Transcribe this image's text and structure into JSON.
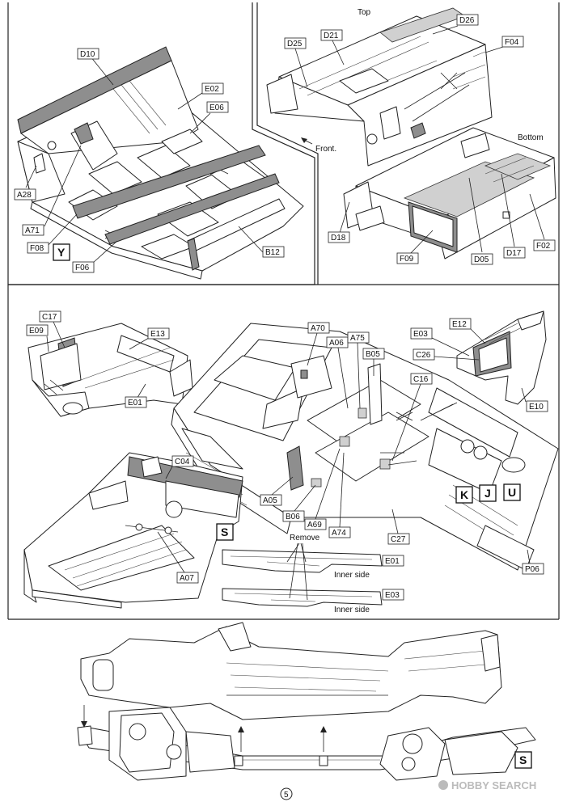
{
  "panel1": {
    "labels": [
      "D10",
      "E02",
      "E06",
      "A28",
      "A71",
      "F08",
      "F06",
      "B12"
    ],
    "callout": "Y"
  },
  "panel2": {
    "view_top": "Top",
    "view_bottom": "Bottom",
    "front": "Front.",
    "labels_top": [
      "D25",
      "D21",
      "D26",
      "F04"
    ],
    "labels_bottom": [
      "D18",
      "F09",
      "D05",
      "D17",
      "F02"
    ]
  },
  "panel3": {
    "labels_left": [
      "C17",
      "E09",
      "E13",
      "E01"
    ],
    "labels_center": [
      "A70",
      "A06",
      "A75",
      "B05",
      "C16",
      "A05",
      "B06",
      "A69",
      "A74",
      "C27"
    ],
    "labels_right": [
      "E12",
      "E03",
      "C26",
      "E10",
      "P06"
    ],
    "labels_lower": [
      "C04",
      "A07"
    ],
    "callouts": [
      "K",
      "J",
      "U",
      "S"
    ],
    "remove": "Remove",
    "detail": [
      {
        "part": "E01",
        "note": "Inner side"
      },
      {
        "part": "E03",
        "note": "Inner side"
      }
    ]
  },
  "panel4": {
    "callout": "S"
  },
  "footer": {
    "page_number": "5",
    "watermark": "HOBBY SEARCH"
  }
}
